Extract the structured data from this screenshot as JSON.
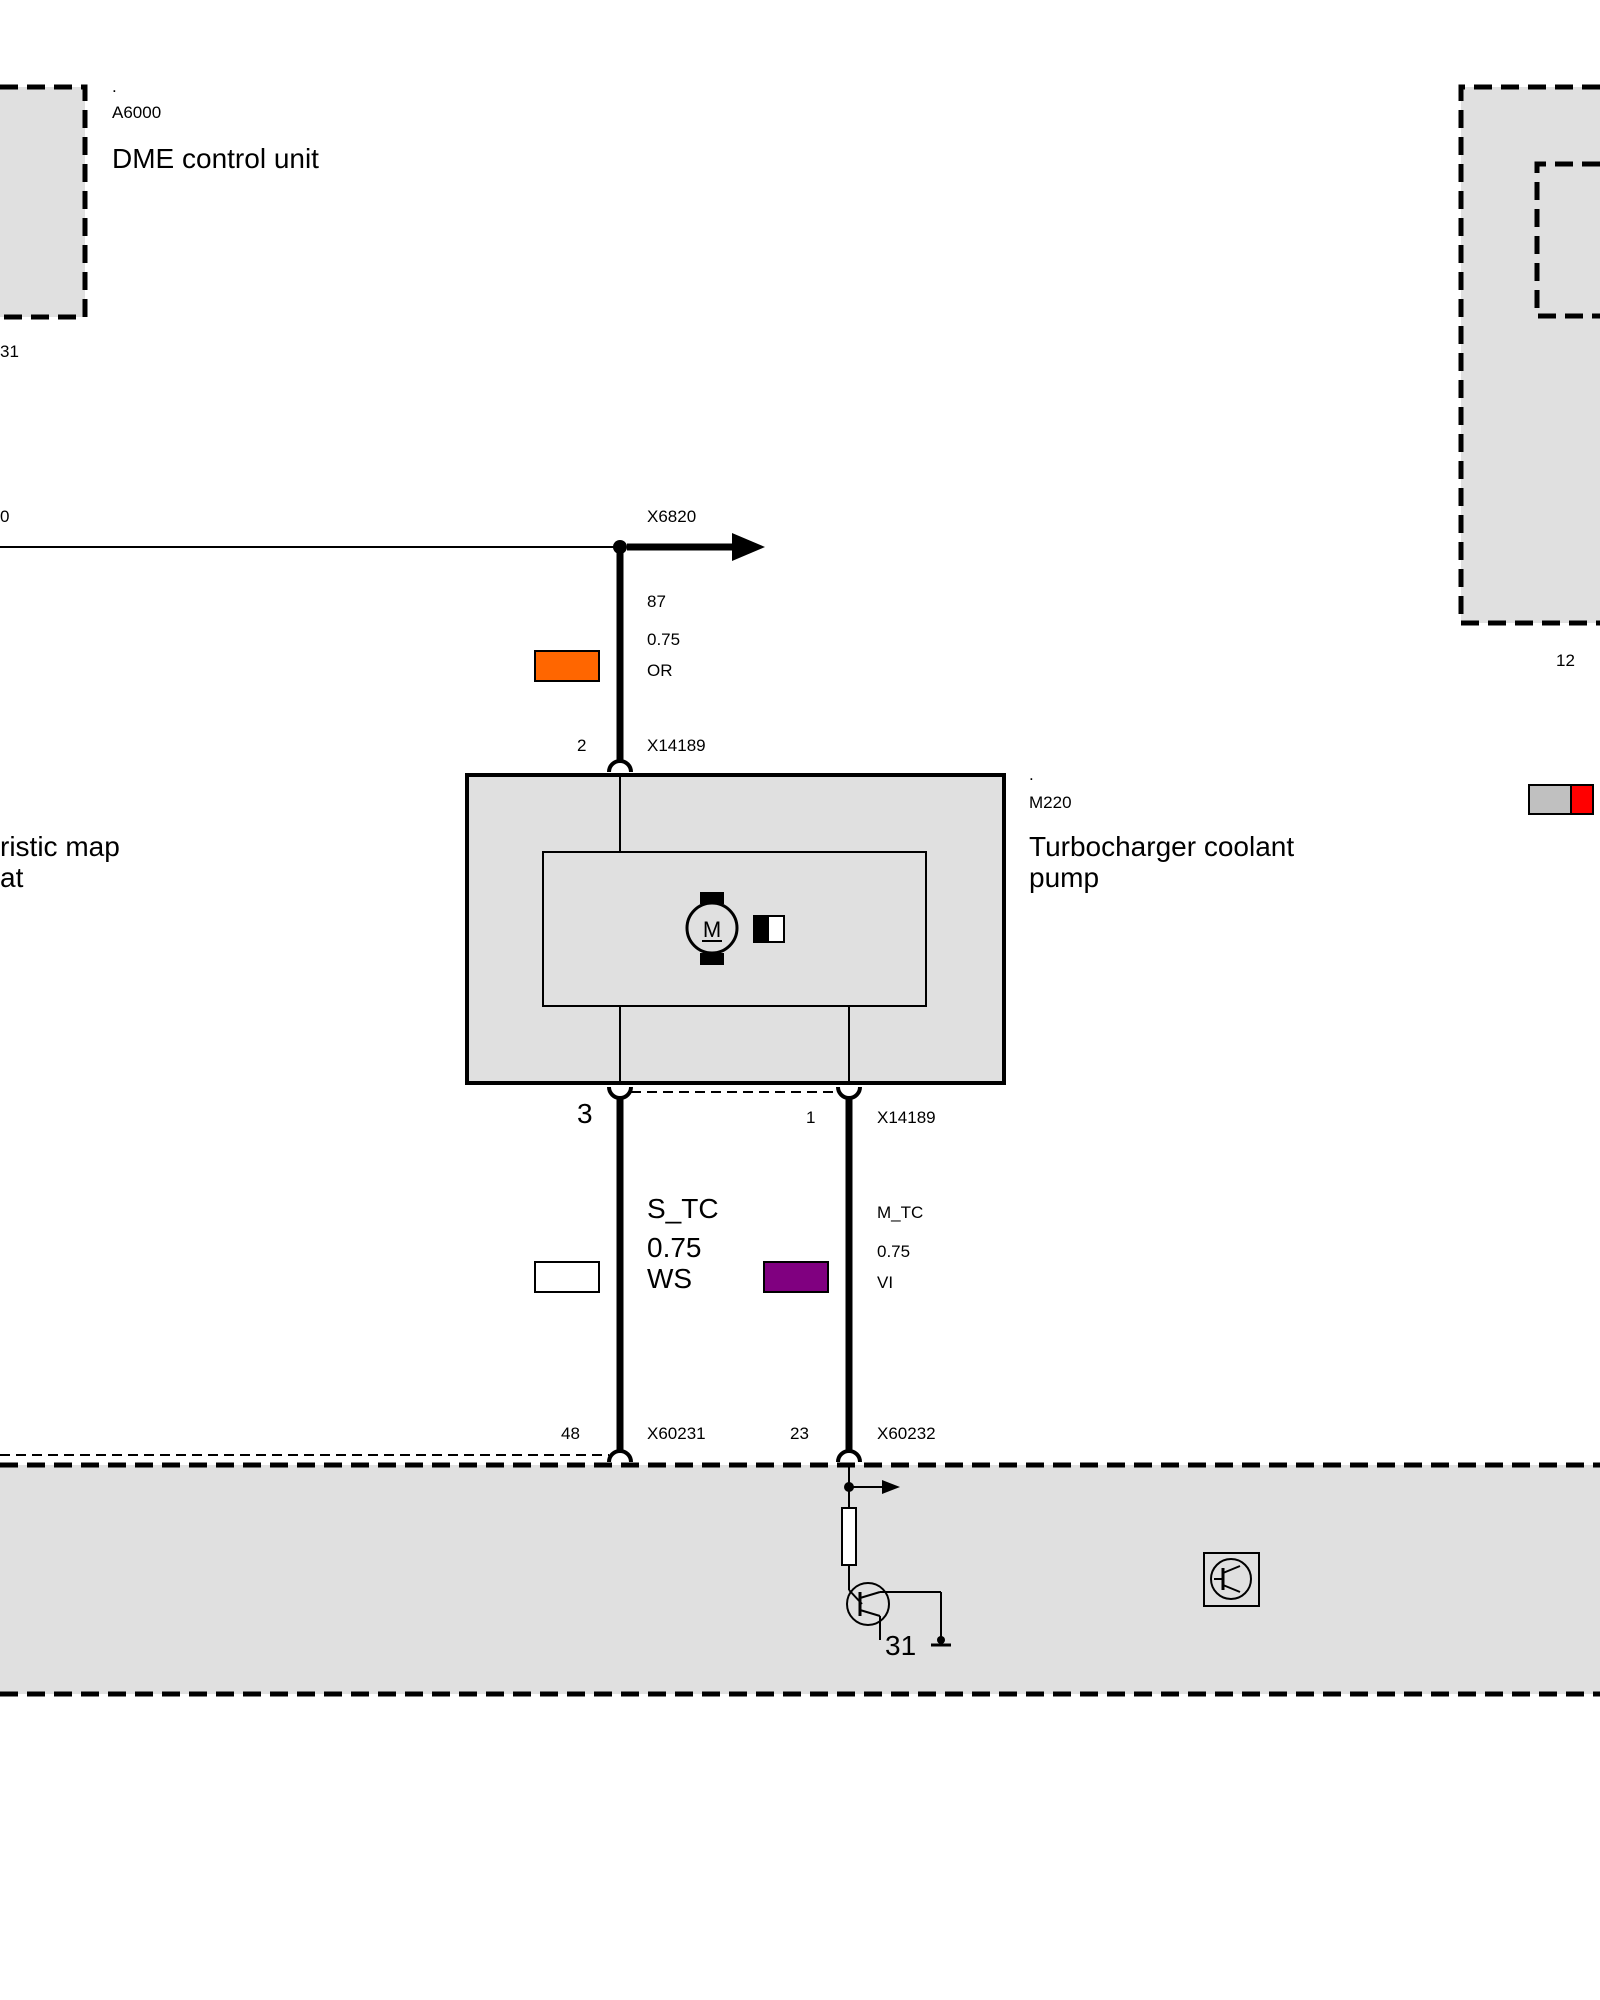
{
  "dme": {
    "dot": ".",
    "code": "A6000",
    "name": "DME control unit",
    "pin_frag": "31"
  },
  "left_frag": {
    "wire_label": "0",
    "text_line1": "ristic map",
    "text_line2": "at"
  },
  "top_junction": {
    "connector": "X6820",
    "terminal": "87",
    "gauge": "0.75",
    "color_code": "OR",
    "color": "#ff6600"
  },
  "pump": {
    "dot": ".",
    "code": "M220",
    "name_line1": "Turbocharger coolant",
    "name_line2": "pump",
    "top_pin": "2",
    "top_connector": "X14189",
    "bottom_pin_left": "3",
    "bottom_pin_right": "1",
    "bottom_connector": "X14189",
    "motor_letter": "M"
  },
  "wire_s_tc": {
    "signal": "S_TC",
    "gauge": "0.75",
    "color_code": "WS",
    "color": "#ffffff"
  },
  "wire_m_tc": {
    "signal": "M_TC",
    "gauge": "0.75",
    "color_code": "VI",
    "color": "#800080"
  },
  "bottom_unit": {
    "pin_left": "48",
    "connector_left": "X60231",
    "pin_right": "23",
    "connector_right": "X60232",
    "ground": "31"
  },
  "right_unit": {
    "pin": "12",
    "swatch_colors": [
      "#c0c0c0",
      "#ff0000"
    ]
  }
}
